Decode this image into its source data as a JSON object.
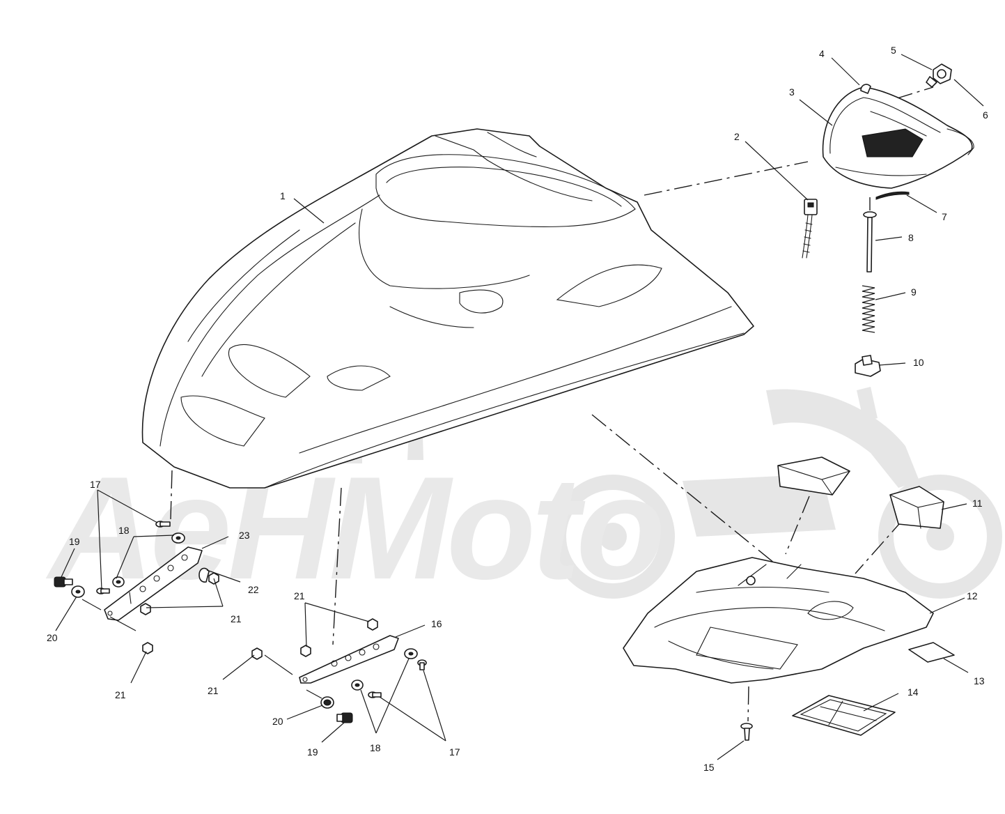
{
  "watermark": {
    "text": "AeHMoto"
  },
  "callouts": [
    {
      "id": "c1",
      "label": "1"
    },
    {
      "id": "c2",
      "label": "2"
    },
    {
      "id": "c3",
      "label": "3"
    },
    {
      "id": "c4",
      "label": "4"
    },
    {
      "id": "c5",
      "label": "5"
    },
    {
      "id": "c6",
      "label": "6"
    },
    {
      "id": "c7",
      "label": "7"
    },
    {
      "id": "c8",
      "label": "8"
    },
    {
      "id": "c9",
      "label": "9"
    },
    {
      "id": "c10",
      "label": "10"
    },
    {
      "id": "c11",
      "label": "11"
    },
    {
      "id": "c12",
      "label": "12"
    },
    {
      "id": "c13",
      "label": "13"
    },
    {
      "id": "c14",
      "label": "14"
    },
    {
      "id": "c15",
      "label": "15"
    },
    {
      "id": "c16",
      "label": "16"
    },
    {
      "id": "c17a",
      "label": "17"
    },
    {
      "id": "c17b",
      "label": "17"
    },
    {
      "id": "c18a",
      "label": "18"
    },
    {
      "id": "c18b",
      "label": "18"
    },
    {
      "id": "c19a",
      "label": "19"
    },
    {
      "id": "c19b",
      "label": "19"
    },
    {
      "id": "c20a",
      "label": "20"
    },
    {
      "id": "c20b",
      "label": "20"
    },
    {
      "id": "c21a",
      "label": "21"
    },
    {
      "id": "c21b",
      "label": "21"
    },
    {
      "id": "c21c",
      "label": "21"
    },
    {
      "id": "c21d",
      "label": "21"
    },
    {
      "id": "c22",
      "label": "22"
    },
    {
      "id": "c23",
      "label": "23"
    }
  ]
}
